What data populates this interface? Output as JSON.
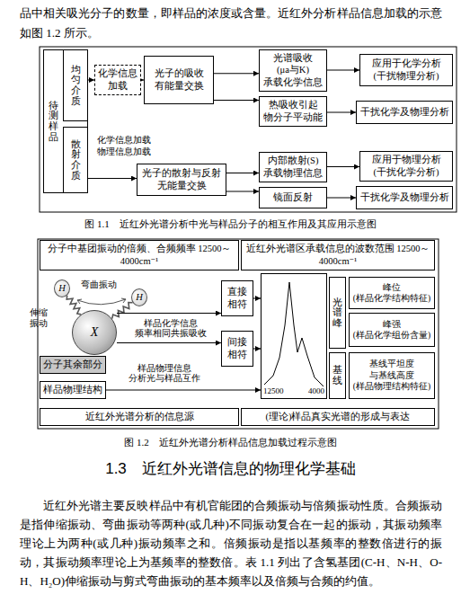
{
  "diagram": {
    "nodes": [
      {
        "text": [
          "待测样品"
        ]
      },
      {
        "text": [
          "均匀介质"
        ],
        "in": 0
      },
      {
        "text": [
          "散射介质"
        ],
        "in": 0
      },
      {
        "text": [
          "化学信息 加载"
        ]
      },
      {
        "text": [
          "光子的吸收 有能量交换"
        ]
      },
      {
        "text": [
          "光谱吸收 (μa与K) 承载化学信息"
        ]
      },
      {
        "text": [
          "热吸收引起 物分子平动能"
        ]
      },
      {
        "text": [
          "应用于化学分析 (干扰物理分析)"
        ]
      },
      {
        "text": [
          "干扰化学及物理分析"
        ]
      },
      {
        "text": [
          "光子的散射与反射 无能量交换"
        ]
      },
      {
        "text": [
          "内部散射(S) 承载物理信息"
        ]
      },
      {
        "text": [
          "镜面反射"
        ]
      },
      {
        "text": [
          "应用于物理分析 (干扰化学分析)"
        ]
      },
      {
        "text": [
          "干扰化学及物理分析"
        ]
      },
      {
        "text": [
          "分子中基团振动的倍频、合频频率 12500～4000cm⁻¹"
        ]
      },
      {
        "text": [
          "近红外光谱区承载信息的波数范围 12500～4000cm⁻¹"
        ]
      },
      {
        "text": [
          "H"
        ]
      },
      {
        "text": [
          "H"
        ]
      },
      {
        "text": [
          "X"
        ]
      },
      {
        "text": [
          "分子其余部分"
        ]
      },
      {
        "text": [
          "直接 相符"
        ]
      },
      {
        "text": [
          "间接 相符"
        ]
      },
      {
        "text": [
          "12500",
          "4000"
        ]
      },
      {
        "text": [
          "光谱峰"
        ]
      },
      {
        "text": [
          "基线"
        ]
      },
      {
        "text": [
          "峰位 (样品化学结构特征)"
        ]
      },
      {
        "text": [
          "峰强 (样品化学组份含量)"
        ]
      },
      {
        "text": [
          "基线平坦度 与基线高度 (样品物理结构特征)"
        ]
      },
      {
        "text": [
          "样品物理结构"
        ]
      },
      {
        "text": [
          "近红外光谱分析的信息源"
        ]
      },
      {
        "text": [
          "(理论)样品真实光谱的形成与表达"
        ]
      }
    ],
    "edges": [
      {
        "from": 1,
        "to": 3,
        "arrow": "to"
      },
      {
        "from": 3,
        "to": 4,
        "arrow": "to"
      },
      {
        "from": 4,
        "to": 5,
        "arrow": "to"
      },
      {
        "from": 4,
        "to": 6,
        "arrow": "to"
      },
      {
        "from": 5,
        "to": 7,
        "arrow": "to"
      },
      {
        "from": 6,
        "to": 8,
        "arrow": "to"
      },
      {
        "from": 2,
        "to": 9,
        "label": "化学信息加载 物理信息加载",
        "arrow": "to"
      },
      {
        "from": 9,
        "to": 10,
        "arrow": "to"
      },
      {
        "from": 9,
        "to": 11,
        "arrow": "to"
      },
      {
        "from": 10,
        "to": 12,
        "arrow": "to"
      },
      {
        "from": 11,
        "to": 13,
        "arrow": "to"
      },
      {
        "from": 16,
        "to": 18,
        "arrow": "none"
      },
      {
        "from": 17,
        "to": 18,
        "arrow": "none"
      },
      {
        "from": 18,
        "to": 20,
        "arrow": "to"
      },
      {
        "from": 18,
        "to": 21,
        "arrow": "to"
      },
      {
        "from": 20,
        "to": 22,
        "arrow": "to"
      },
      {
        "from": 21,
        "to": 22,
        "arrow": "to"
      },
      {
        "from": 28,
        "to": 22,
        "arrow": "to"
      }
    ],
    "labels": [
      "品中相关吸光分子的数量，即样品的浓度或含量。近红外分析样品信息加载的示意如图 1.2 所示。",
      "图 1.1　近红外光谱分析中光与样品分子的相互作用及其应用示意图",
      "伸缩 振动",
      "弯曲振动",
      "样品化学信息 频率相同共振吸收",
      "样品物理信息 分析光与样品互作",
      "图 1.2　近红外光谱分析样品信息加载过程示意图",
      "1.3　近红外光谱信息的物理化学基础",
      "近红外光谱主要反映样品中有机官能团的合频振动与倍频振动性质。合频振动是指伸缩振动、弯曲振动等两种(或几种)不同振动复合在一起的振动，其振动频率理论上为两种(或几种)振动频率之和。倍频振动是指以基频率的整数倍进行的振动，其振动频率理论上为基频率的整数倍。表 1.1 列出了含氢基团(C-H、N-H、O-H、H₂O)伸缩振动与剪式弯曲振动的基本频率以及倍频与合频的约值。"
    ]
  }
}
